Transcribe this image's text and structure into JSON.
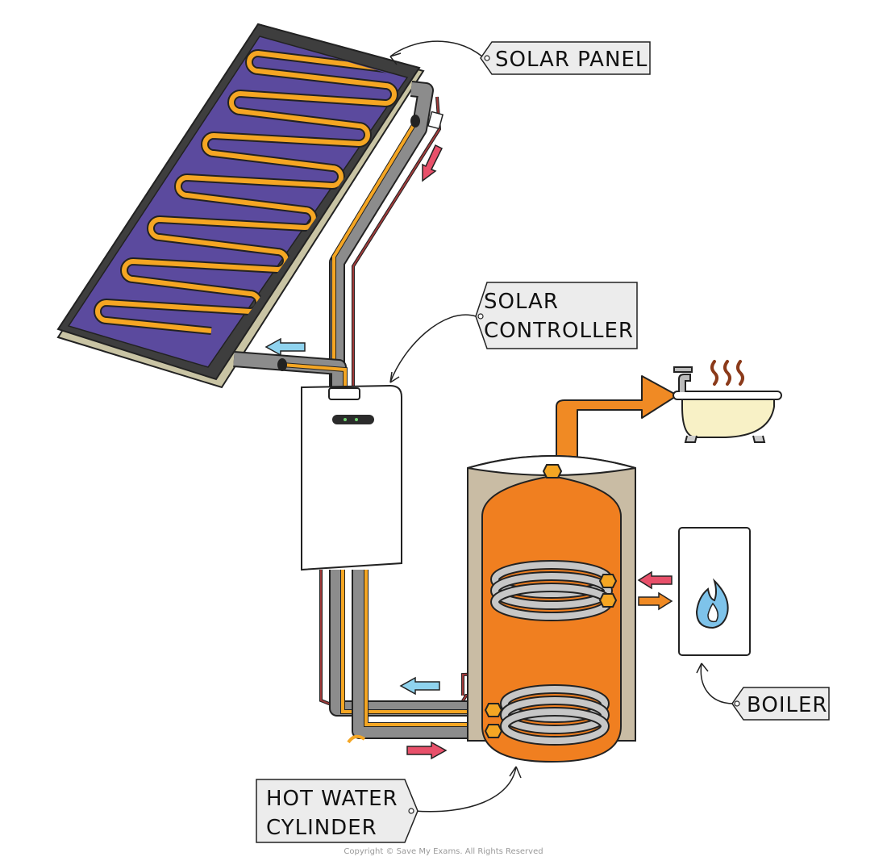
{
  "labels": {
    "solar_panel": "SOLAR PANEL",
    "solar_controller": [
      "SOLAR",
      "CONTROLLER"
    ],
    "boiler": "BOILER",
    "hot_water_cylinder": [
      "HOT WATER",
      "CYLINDER"
    ]
  },
  "copyright": "Copyright © Save My Exams. All Rights Reserved",
  "colors": {
    "panel_purple": "#5b4a9e",
    "panel_frame": "#3e3e3e",
    "panel_edge": "#c9c4a4",
    "coil_orange": "#f5a623",
    "pipe_grey": "#8c8c8c",
    "cylinder_orange": "#f07f20",
    "cylinder_jacket": "#c9bca4",
    "arrow_red": "#e8506a",
    "arrow_blue": "#8fd3ee",
    "arrow_orange": "#f08a24",
    "bath_cream": "#f8f1c6",
    "flame_blue": "#7ec3ea",
    "tag_fill": "#ececec"
  },
  "icons": [
    "solar-panel-icon",
    "solar-controller-icon",
    "hot-water-cylinder-icon",
    "boiler-icon",
    "flame-icon",
    "bath-icon",
    "tap-icon",
    "steam-icon",
    "flow-arrow-icon"
  ]
}
